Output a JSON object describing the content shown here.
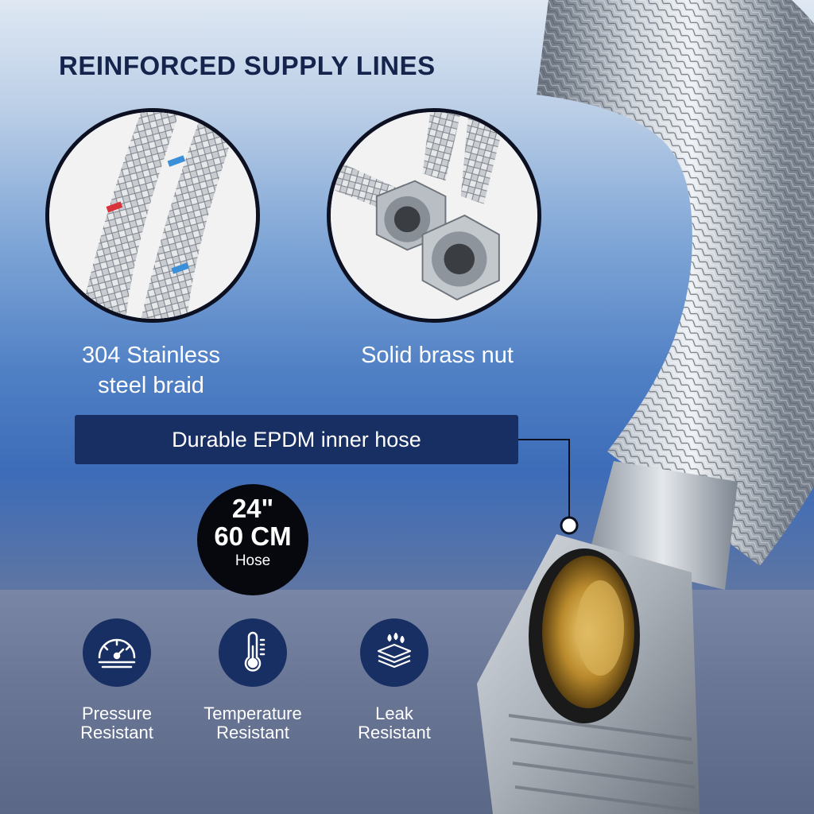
{
  "title": "REINFORCED SUPPLY LINES",
  "features_top": [
    {
      "caption_line1": "304 Stainless",
      "caption_line2": "steel braid",
      "image": "braided-hose-closeup"
    },
    {
      "caption_line1": "Solid brass nut",
      "caption_line2": "",
      "image": "brass-nut-closeup"
    }
  ],
  "callout": "Durable EPDM inner hose",
  "badge": {
    "line1": "24\"",
    "line2": "60 CM",
    "line3": "Hose"
  },
  "features_bottom": [
    {
      "line1": "Pressure",
      "line2": "Resistant",
      "icon": "gauge-icon"
    },
    {
      "line1": "Temperature",
      "line2": "Resistant",
      "icon": "thermometer-icon"
    },
    {
      "line1": "Leak",
      "line2": "Resistant",
      "icon": "water-layers-icon"
    }
  ],
  "colors": {
    "navy": "#182f63",
    "title": "#14244d",
    "badge": "#06080d"
  }
}
